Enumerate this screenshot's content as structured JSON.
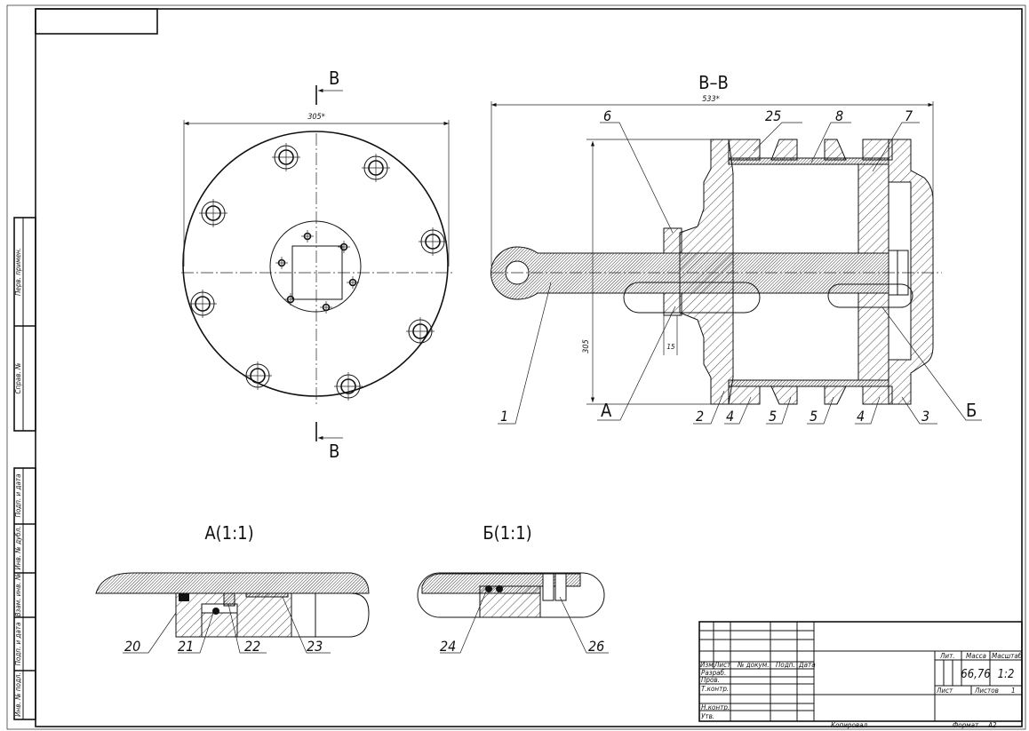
{
  "main_view": {
    "section_mark": "В",
    "diameter_dim": "305*"
  },
  "section_view": {
    "title": "В–В",
    "length_dim": "533*",
    "height_dim": "305",
    "gap_dim": "15",
    "detail_a_mark": "А",
    "detail_b_mark": "Б",
    "callouts": {
      "c1": "1",
      "c2": "2",
      "c3": "3",
      "c4a": "4",
      "c4b": "4",
      "c5a": "5",
      "c5b": "5",
      "c6": "6",
      "c7": "7",
      "c8": "8",
      "c25": "25"
    }
  },
  "detail_a": {
    "title": "А(1:1)",
    "callouts": [
      "20",
      "21",
      "22",
      "23"
    ]
  },
  "detail_b": {
    "title": "Б(1:1)",
    "callouts": [
      "24",
      "26"
    ]
  },
  "side_margin": {
    "labels": [
      "Перв. примен.",
      "Справ. №",
      "Подп. и дата",
      "Инв. № дубл.",
      "Взам. инв. №",
      "Подп. и дата",
      "Инв. № подл."
    ]
  },
  "title_block": {
    "col_headers": [
      "Изм.",
      "Лист",
      "№ докум.",
      "Подп.",
      "Дата"
    ],
    "roles": [
      "Разраб.",
      "Пров.",
      "Т.контр.",
      "Н.контр.",
      "Утв."
    ],
    "lit_label": "Лит.",
    "mass_label": "Масса",
    "scale_label": "Масштаб",
    "mass_value": "66,76",
    "scale_value": "1:2",
    "sheet_label": "Лист",
    "sheets_label": "Листов",
    "sheets_value": "1",
    "copied_label": "Копировал",
    "format_label": "Формат",
    "format_value": "A2"
  }
}
